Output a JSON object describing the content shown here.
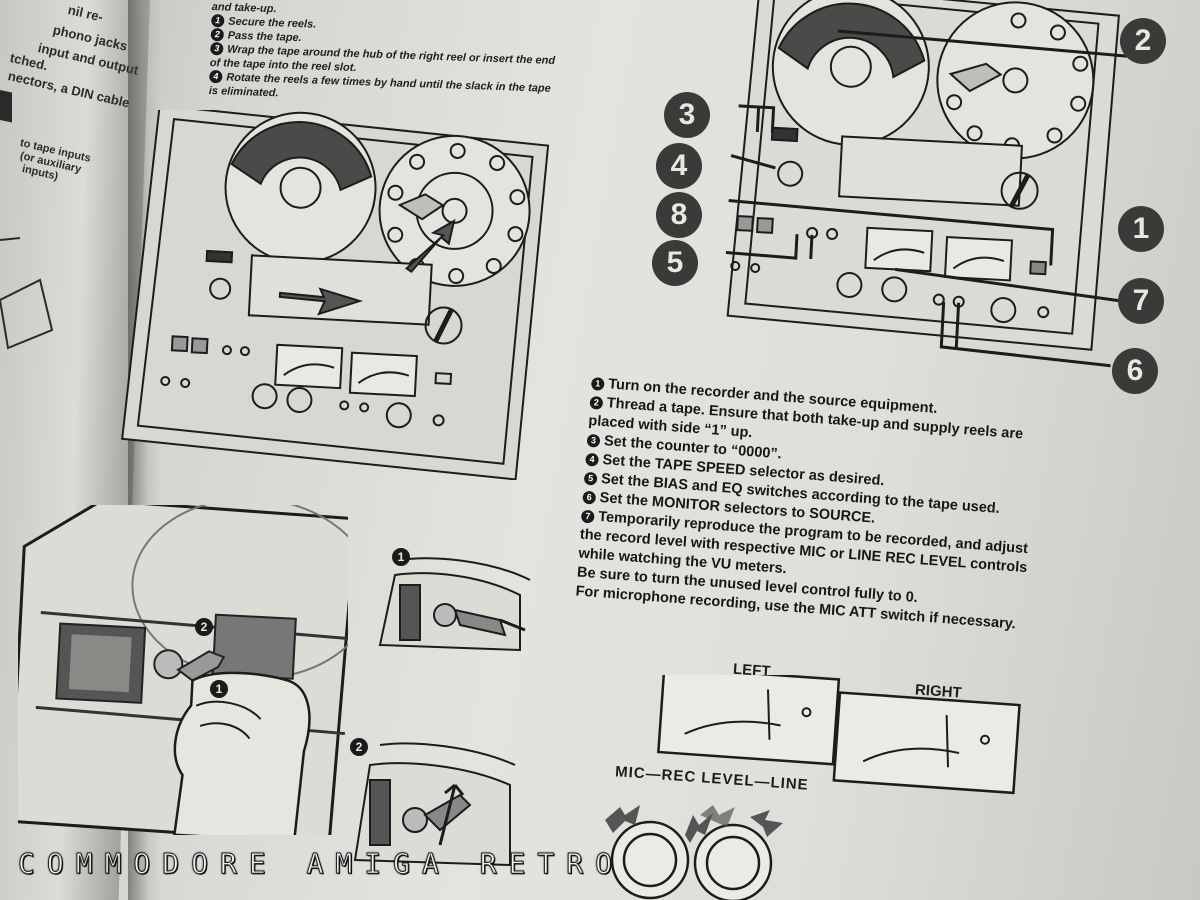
{
  "left_page": {
    "lines": [
      "nil re-",
      "phono jacks",
      "input and output",
      "tched.",
      "nectors, a DIN cable",
      "to tape inputs",
      "(or auxiliary",
      "inputs)"
    ]
  },
  "reel_steps": {
    "lines": [
      "and take-up.",
      "Secure the reels.",
      "Pass the tape.",
      "Wrap the tape around the hub of the right reel or insert the end",
      "of the tape into the reel slot.",
      "Rotate the reels a few times by hand until the slack in the tape",
      "is eliminated."
    ],
    "bullets": [
      "",
      "1",
      "2",
      "3",
      "",
      "4",
      ""
    ]
  },
  "callouts": [
    "2",
    "3",
    "4",
    "8",
    "1",
    "5",
    "7",
    "6"
  ],
  "inset_labels": {
    "plug_step1": "1",
    "plug_step2": "2",
    "hand_step1": "1",
    "hand_step2": "2"
  },
  "instructions": {
    "lines": [
      {
        "num": "1",
        "text": "Turn on the recorder and the source equipment."
      },
      {
        "num": "2",
        "text": "Thread a tape.  Ensure that both take-up and supply reels are"
      },
      {
        "num": "",
        "text": "placed with side “1” up."
      },
      {
        "num": "3",
        "text": "Set the counter to “0000”."
      },
      {
        "num": "4",
        "text": "Set the TAPE SPEED selector as desired."
      },
      {
        "num": "5",
        "text": "Set the BIAS and EQ switches according to the tape used."
      },
      {
        "num": "6",
        "text": "Set the MONITOR selectors to SOURCE."
      },
      {
        "num": "7",
        "text": "Temporarily reproduce the program to be recorded, and adjust"
      },
      {
        "num": "",
        "text": "the record level with respective MIC or LINE REC LEVEL controls"
      },
      {
        "num": "",
        "text": "while watching the VU meters."
      },
      {
        "num": "",
        "text": "Be sure to turn the unused level control fully to 0."
      },
      {
        "num": "",
        "text": "For microphone recording, use the MIC ATT switch if necessary."
      }
    ]
  },
  "meters": {
    "left_label": "LEFT",
    "right_label": "RIGHT",
    "knob_label": "MIC—REC LEVEL—LINE"
  },
  "watermark": "COMMODORE AMIGA RETRO"
}
